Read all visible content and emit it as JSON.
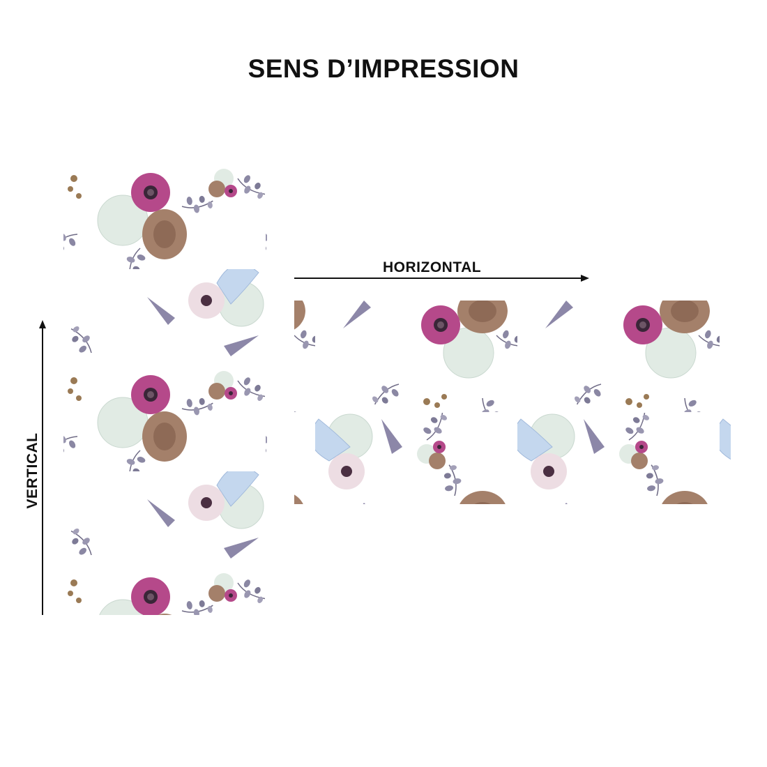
{
  "title": "SENS D’IMPRESSION",
  "labels": {
    "horizontal": "HORIZONTAL",
    "vertical": "VERTICAL"
  },
  "colors": {
    "anemone": "#b4487e",
    "rose": "#a07a62",
    "hydrangea": "#e3ece6",
    "magnolia": "#b9cfe8",
    "leaf": "#7a7891",
    "arrow": "#111111"
  }
}
